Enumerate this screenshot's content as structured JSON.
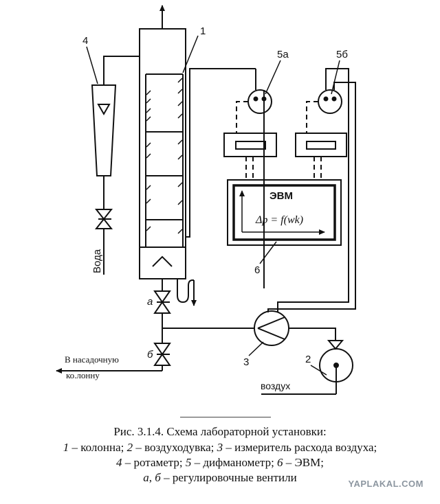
{
  "labels": {
    "column_num": "1",
    "blower_num": "2",
    "flow_meter_num": "3",
    "rotameter_num": "4",
    "manometer_a": "5а",
    "manometer_b": "5б",
    "computer_num": "6",
    "computer_name": "ЭВМ",
    "formula": "Δp = f(wk)",
    "valve_a": "а",
    "valve_b": "б",
    "water": "Вода",
    "air": "воздух",
    "to_column_line1": "В насадочную",
    "to_column_line2": "ко.лонну"
  },
  "caption": {
    "line1": "Рис. 3.1.4. Схема лабораторной установки:",
    "line2_n1": "1",
    "line2_t1": " – колонна; ",
    "line2_n2": "2",
    "line2_t2": " – воздуходувка; ",
    "line2_n3": "3",
    "line2_t3": " – измеритель расхода воздуха;",
    "line3_n4": "4",
    "line3_t4": " – ротаметр; ",
    "line3_n5": "5",
    "line3_t5": " – дифманометр; ",
    "line3_n6": "6",
    "line3_t6": " – ЭВМ;",
    "line4_a": "а",
    "line4_sep": ", ",
    "line4_b": "б",
    "line4_t": " – регулировочные вентили"
  },
  "watermark": "YAPLAKAL.COM"
}
